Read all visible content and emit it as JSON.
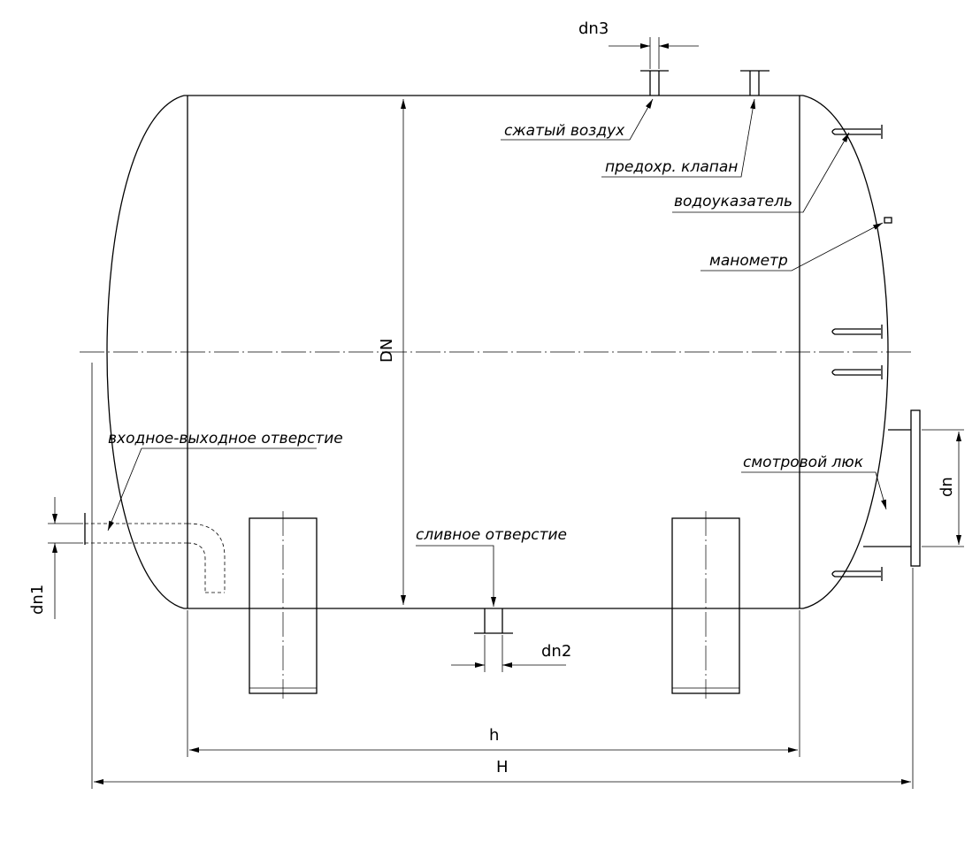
{
  "labels": {
    "compressed_air": "сжатый воздух",
    "safety_valve": "предохр. клапан",
    "water_gauge": "водоуказатель",
    "manometer": "манометр",
    "inlet_outlet": "входное-выходное отверстие",
    "drain": "сливное отверстие",
    "manhole": "смотровой люк"
  },
  "dimensions": {
    "dn3": "dn3",
    "dn1": "dn1",
    "dn2": "dn2",
    "dn": "dn",
    "DN": "DN",
    "h": "h",
    "H": "H"
  }
}
